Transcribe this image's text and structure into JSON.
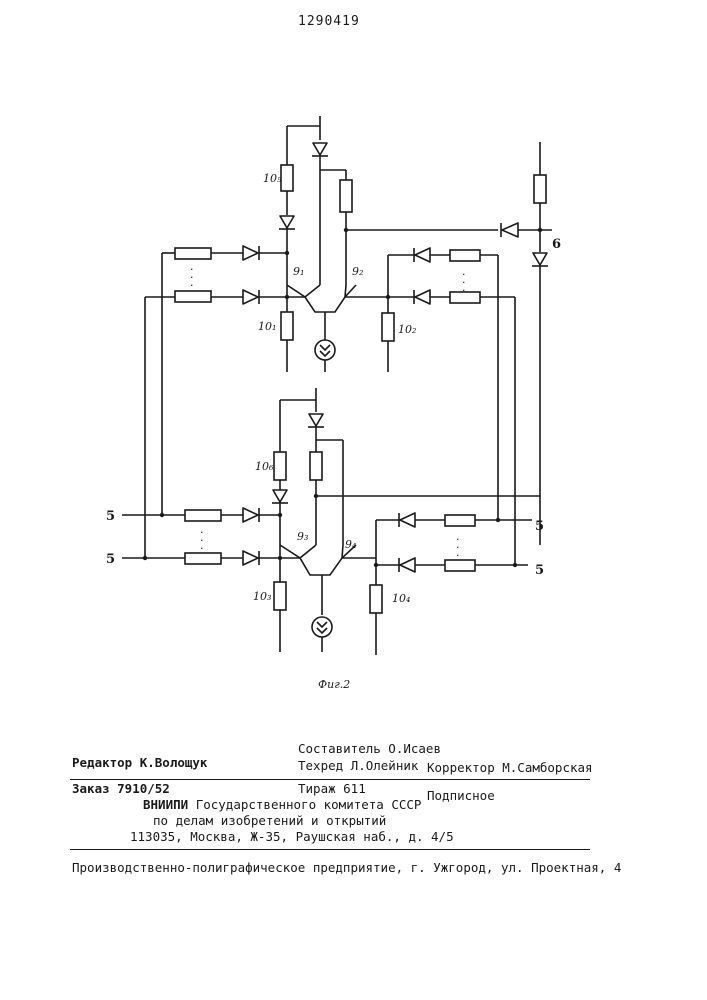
{
  "page_number": "1290419",
  "figure": {
    "caption": "Фиг.2",
    "labels": {
      "t1": "9₁",
      "t2": "9₂",
      "t3": "9₃",
      "t4": "9₄",
      "r1": "10₁",
      "r2": "10₂",
      "r3": "10₃",
      "r4": "10₄",
      "r5": "10₅",
      "r6": "10₆",
      "in5": "5",
      "in6": "6"
    }
  },
  "imprint": {
    "editor": "Редактор К.Волощук",
    "compiler": "Составитель О.Исаев",
    "tech_editor": "Техред Л.Олейник",
    "corrector": "Корректор М.Самборская",
    "order": "Заказ 7910/52",
    "circulation": "Тираж 611",
    "subscription": "Подписное",
    "institute_name": "ВНИИПИ",
    "institute_line1": "Государственного комитета СССР",
    "institute_line2": "по делам изобретений и открытий",
    "address": "113035, Москва, Ж-35, Раушская наб., д. 4/5",
    "printer": "Производственно-полиграфическое предприятие, г. Ужгород, ул. Проектная, 4"
  }
}
